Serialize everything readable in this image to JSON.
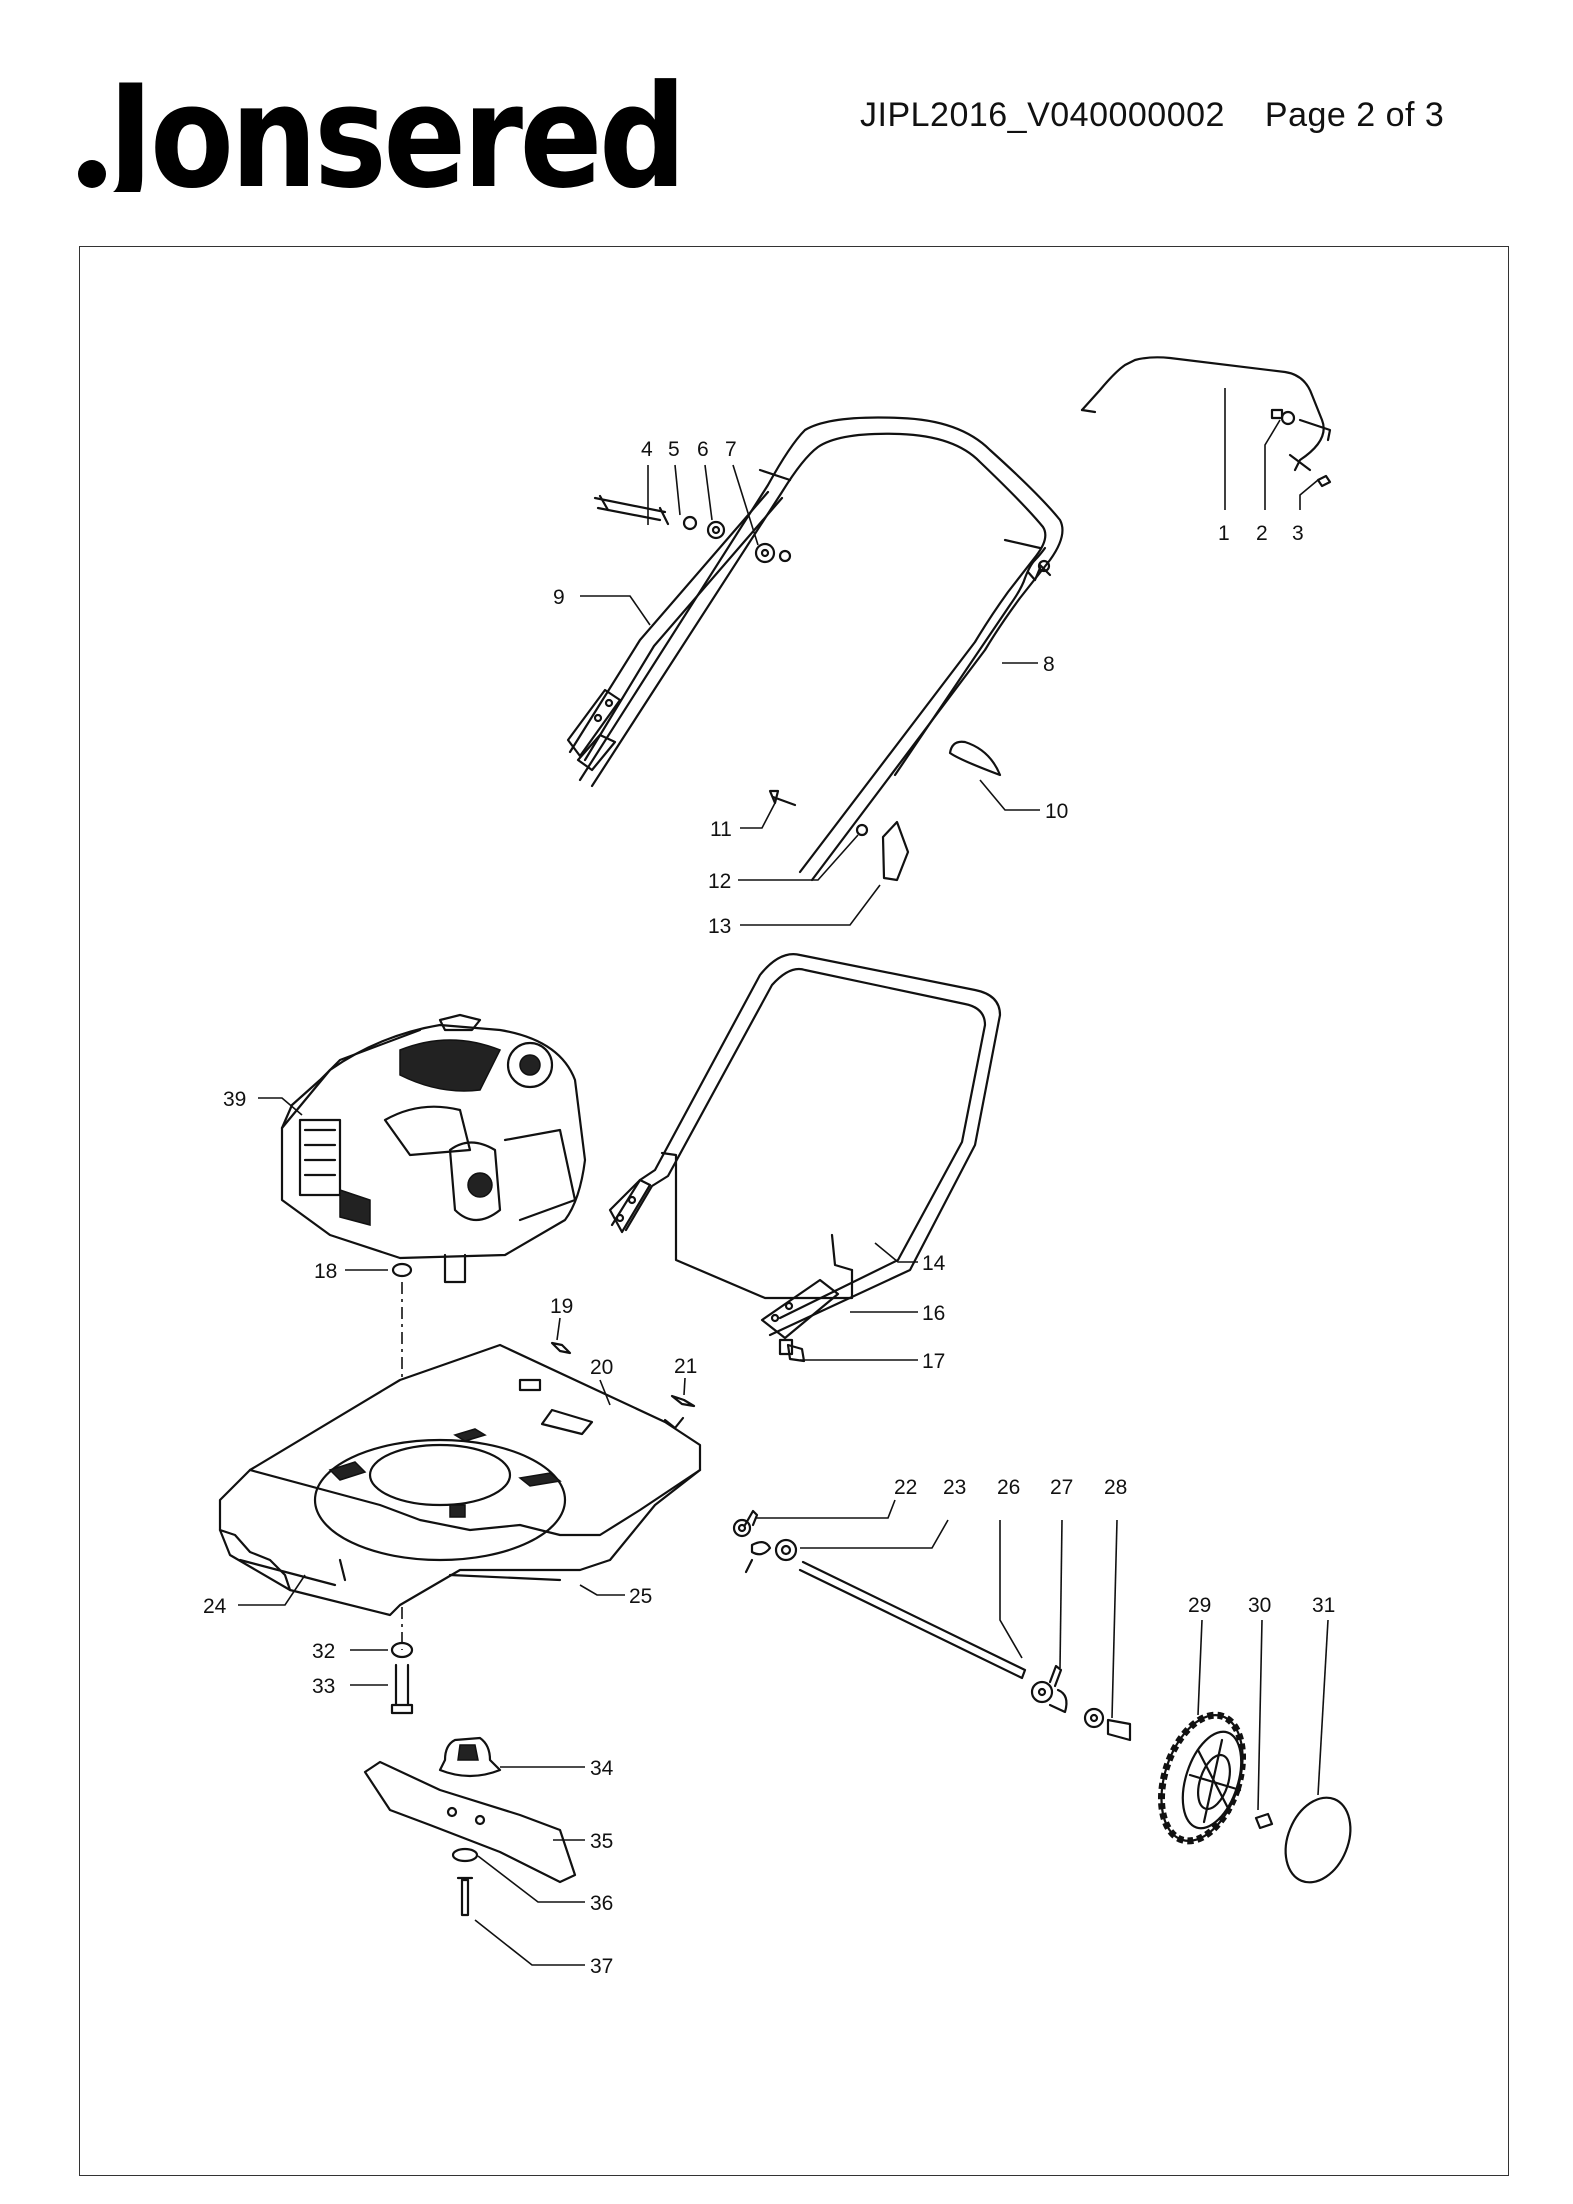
{
  "brand": "Jonsered",
  "header": {
    "document_id": "JIPL2016_V040000002",
    "page": "Page 2 of 3"
  },
  "callouts": [
    {
      "id": "1",
      "label": "1"
    },
    {
      "id": "2",
      "label": "2"
    },
    {
      "id": "3",
      "label": "3"
    },
    {
      "id": "4",
      "label": "4"
    },
    {
      "id": "5",
      "label": "5"
    },
    {
      "id": "6",
      "label": "6"
    },
    {
      "id": "7",
      "label": "7"
    },
    {
      "id": "8",
      "label": "8"
    },
    {
      "id": "9",
      "label": "9"
    },
    {
      "id": "10",
      "label": "10"
    },
    {
      "id": "11",
      "label": "11"
    },
    {
      "id": "12",
      "label": "12"
    },
    {
      "id": "13",
      "label": "13"
    },
    {
      "id": "14",
      "label": "14"
    },
    {
      "id": "16",
      "label": "16"
    },
    {
      "id": "17",
      "label": "17"
    },
    {
      "id": "18",
      "label": "18"
    },
    {
      "id": "19",
      "label": "19"
    },
    {
      "id": "20",
      "label": "20"
    },
    {
      "id": "21",
      "label": "21"
    },
    {
      "id": "22",
      "label": "22"
    },
    {
      "id": "23",
      "label": "23"
    },
    {
      "id": "24",
      "label": "24"
    },
    {
      "id": "25",
      "label": "25"
    },
    {
      "id": "26",
      "label": "26"
    },
    {
      "id": "27",
      "label": "27"
    },
    {
      "id": "28",
      "label": "28"
    },
    {
      "id": "29",
      "label": "29"
    },
    {
      "id": "30",
      "label": "30"
    },
    {
      "id": "31",
      "label": "31"
    },
    {
      "id": "32",
      "label": "32"
    },
    {
      "id": "33",
      "label": "33"
    },
    {
      "id": "34",
      "label": "34"
    },
    {
      "id": "35",
      "label": "35"
    },
    {
      "id": "36",
      "label": "36"
    },
    {
      "id": "37",
      "label": "37"
    },
    {
      "id": "39",
      "label": "39"
    }
  ]
}
